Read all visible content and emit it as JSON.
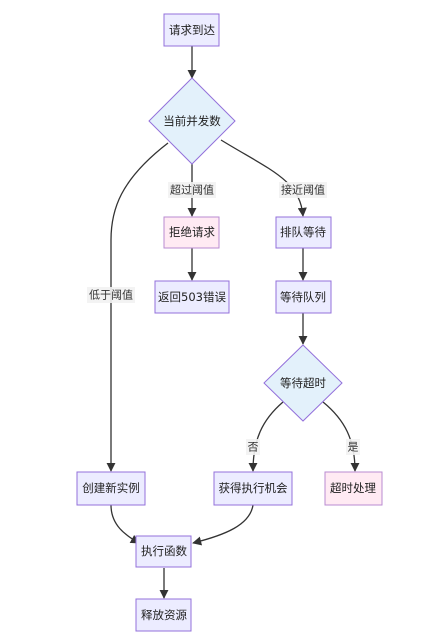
{
  "nodes": {
    "request_arrive": "请求到达",
    "current_concurrency": "当前并发数",
    "reject_request": "拒绝请求",
    "queue_wait": "排队等待",
    "return_503": "返回503错误",
    "wait_queue": "等待队列",
    "wait_timeout": "等待超时",
    "create_instance": "创建新实例",
    "get_exec_chance": "获得执行机会",
    "timeout_handle": "超时处理",
    "execute_function": "执行函数",
    "release_resource": "释放资源"
  },
  "edge_labels": {
    "exceed_threshold": "超过阈值",
    "near_threshold": "接近阈值",
    "below_threshold": "低于阈值",
    "no": "否",
    "yes": "是"
  }
}
